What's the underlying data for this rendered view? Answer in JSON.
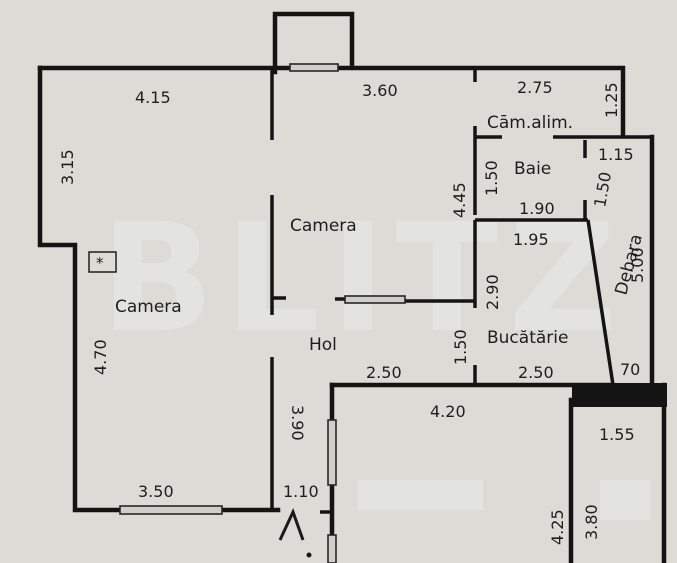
{
  "watermark": "BLITZ",
  "rooms": {
    "camera_left": "Camera",
    "camera_center": "Camera",
    "hol": "Hol",
    "baie": "Baie",
    "camara_alimente": "Cām.alim.",
    "bucatarie": "Bucătărie",
    "debara": "Debara"
  },
  "dimensions": {
    "camera_left_top_width": "4.15",
    "camera_left_top_height": "3.15",
    "camera_left_lower_height": "4.70",
    "camera_left_bottom_width": "3.50",
    "camera_center_top_width": "3.60",
    "camera_center_height": "4.45",
    "hol_wall_height": "3.90",
    "entrance_width": "1.10",
    "camara_width": "2.75",
    "camara_height": "1.25",
    "baie_height": "1.50",
    "baie_width": "1.90",
    "debara_top_width": "1.15",
    "debara_height_1": "1.50",
    "debara_length": "5.00",
    "debara_bottom_width": "70",
    "bucatarie_width": "1.95",
    "bucatarie_height": "2.90",
    "hol_side_height": "1.50",
    "hol_bottom_left_width": "2.50",
    "bucatarie_bottom_width": "2.50",
    "lower_room_width": "4.20",
    "lower_room_height": "4.25",
    "balcony_width": "1.55",
    "balcony_height": "3.80"
  },
  "markers": {
    "entrance_marker": "1",
    "vent_symbol": "*"
  },
  "colors": {
    "paper": "#dcdbd6",
    "ink": "#141414"
  }
}
